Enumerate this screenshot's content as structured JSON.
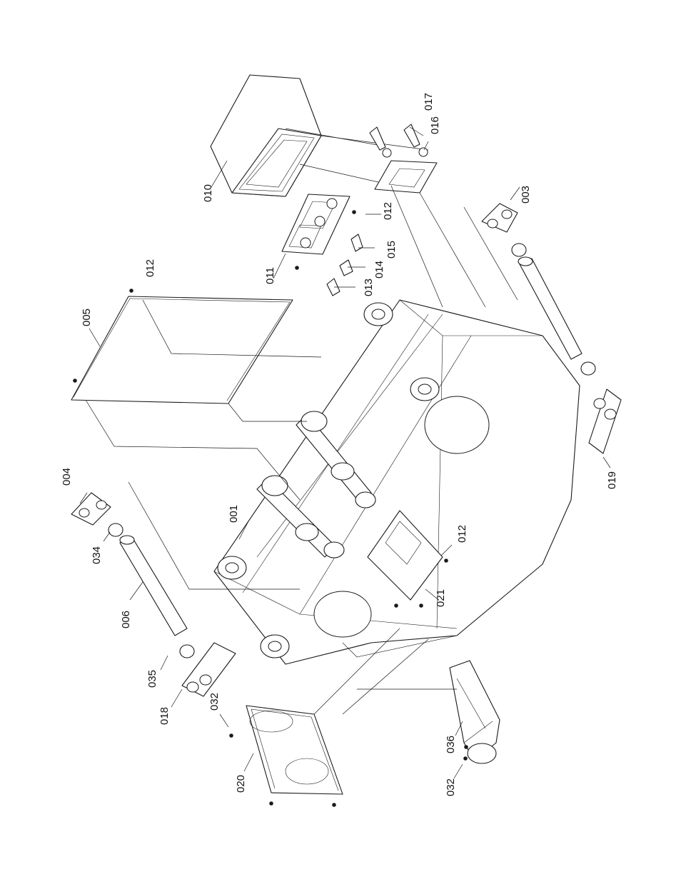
{
  "diagram": {
    "callouts": [
      {
        "id": "c010",
        "text": "010"
      },
      {
        "id": "c017",
        "text": "017"
      },
      {
        "id": "c016",
        "text": "016"
      },
      {
        "id": "c012a",
        "text": "012"
      },
      {
        "id": "c015",
        "text": "015"
      },
      {
        "id": "c014",
        "text": "014"
      },
      {
        "id": "c013",
        "text": "013"
      },
      {
        "id": "c011",
        "text": "011"
      },
      {
        "id": "c012b",
        "text": "012"
      },
      {
        "id": "c005",
        "text": "005"
      },
      {
        "id": "c003",
        "text": "003"
      },
      {
        "id": "c004",
        "text": "004"
      },
      {
        "id": "c001",
        "text": "001"
      },
      {
        "id": "c034",
        "text": "034"
      },
      {
        "id": "c006",
        "text": "006"
      },
      {
        "id": "c012c",
        "text": "012"
      },
      {
        "id": "c021",
        "text": "021"
      },
      {
        "id": "c019",
        "text": "019"
      },
      {
        "id": "c035",
        "text": "035"
      },
      {
        "id": "c018",
        "text": "018"
      },
      {
        "id": "c032a",
        "text": "032"
      },
      {
        "id": "c020",
        "text": "020"
      },
      {
        "id": "c036",
        "text": "036"
      },
      {
        "id": "c032b",
        "text": "032"
      }
    ]
  }
}
